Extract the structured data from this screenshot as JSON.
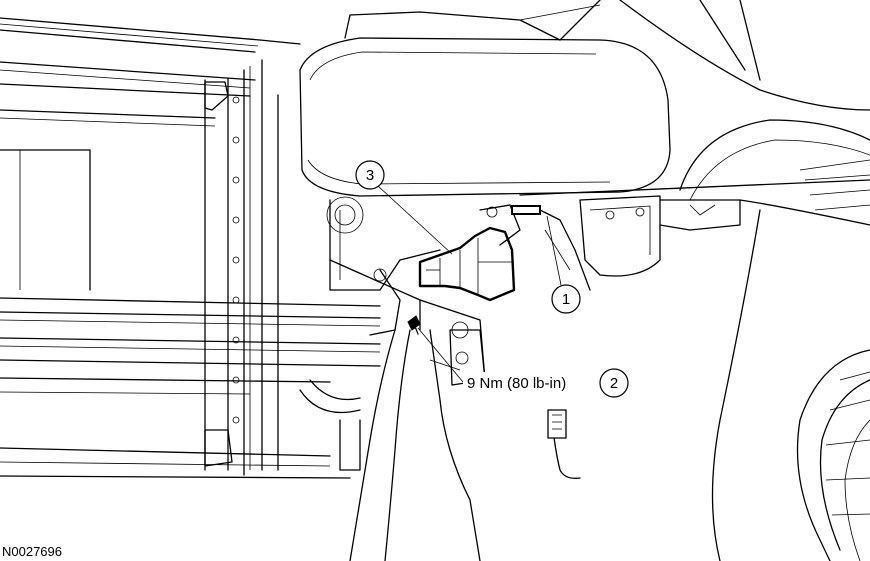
{
  "figure": {
    "id_label": "N0027696"
  },
  "callouts": [
    {
      "number": "1"
    },
    {
      "number": "2",
      "text": "9 Nm (80 lb-in)"
    },
    {
      "number": "3"
    }
  ],
  "colors": {
    "line": "#000000",
    "background": "#ffffff"
  }
}
